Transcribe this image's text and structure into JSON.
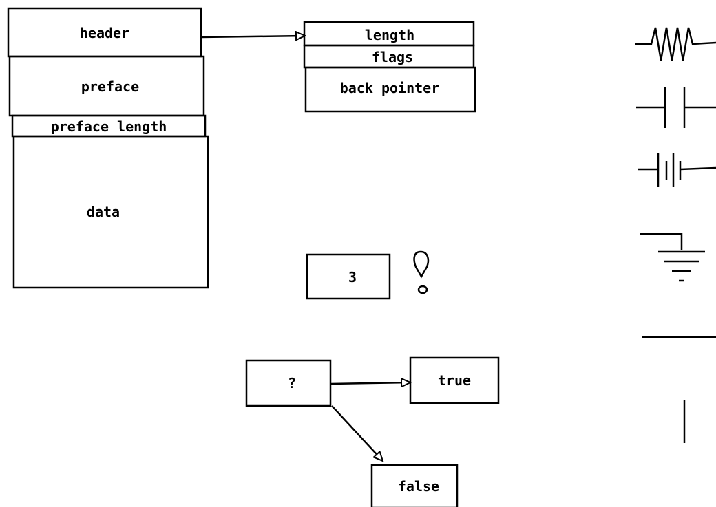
{
  "record": {
    "header": "header",
    "preface": "preface",
    "preface_length": "preface length",
    "data": "data"
  },
  "header_detail": {
    "length": "length",
    "flags": "flags",
    "back_pointer": "back pointer"
  },
  "count_box": {
    "value": "3"
  },
  "exclamation_symbol": "!",
  "decision": {
    "question": "?",
    "true_label": "true",
    "false_label": "false"
  },
  "symbols": [
    "resistor-icon",
    "capacitor-icon",
    "battery-icon",
    "ground-icon",
    "horizontal-line-icon",
    "vertical-line-icon"
  ],
  "colors": {
    "ink": "#000000",
    "background": "#ffffff"
  }
}
